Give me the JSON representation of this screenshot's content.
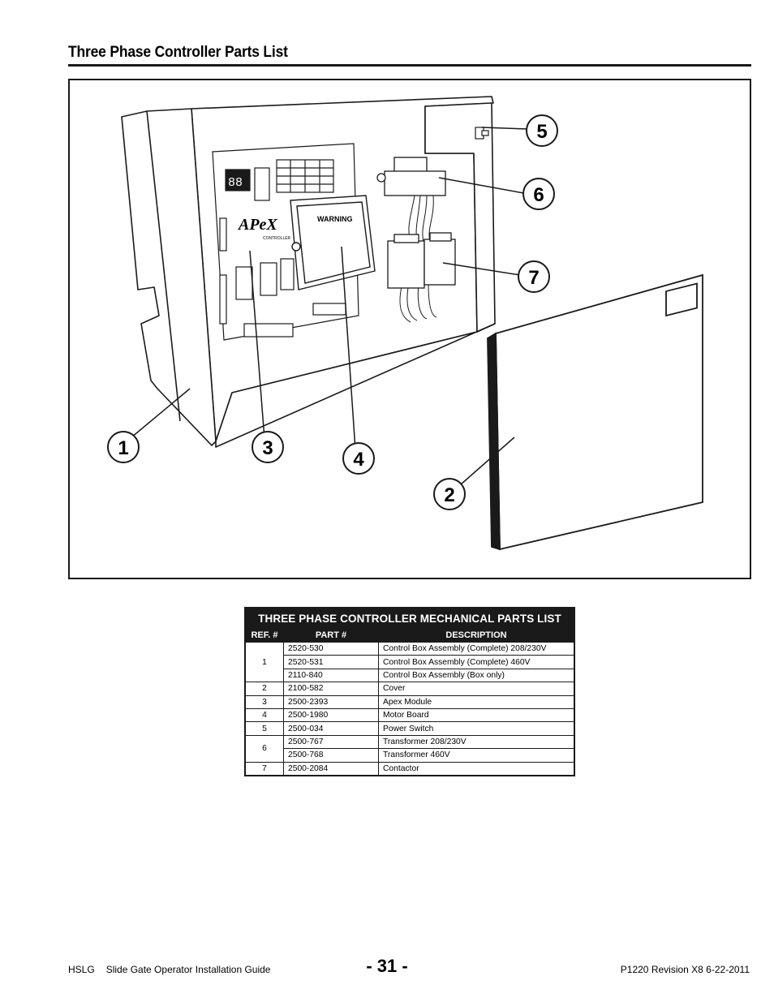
{
  "page": {
    "title": "Three Phase Controller Parts List",
    "page_number": "- 31 -",
    "footer_left_code": "HSLG",
    "footer_left_title": "Slide Gate Operator Installation Guide",
    "footer_right": "P1220 Revision X8 6-22-2011"
  },
  "figure": {
    "callouts": [
      "1",
      "2",
      "3",
      "4",
      "5",
      "6",
      "7"
    ],
    "warning_label": "WARNING",
    "brand_logo": "APeX",
    "brand_sub": "CONTROLLER",
    "display_digits": "88"
  },
  "parts_table": {
    "caption": "THREE PHASE CONTROLLER MECHANICAL PARTS LIST",
    "headers": [
      "REF. #",
      "PART #",
      "DESCRIPTION"
    ],
    "rows": [
      {
        "ref": "1",
        "part": "2520-530",
        "description": "Control Box Assembly (Complete) 208/230V"
      },
      {
        "ref": "",
        "part": "2520-531",
        "description": "Control Box Assembly (Complete) 460V"
      },
      {
        "ref": "",
        "part": "2110-840",
        "description": "Control Box Assembly (Box only)"
      },
      {
        "ref": "2",
        "part": "2100-582",
        "description": "Cover"
      },
      {
        "ref": "3",
        "part": "2500-2393",
        "description": "Apex Module"
      },
      {
        "ref": "4",
        "part": "2500-1980",
        "description": "Motor Board"
      },
      {
        "ref": "5",
        "part": "2500-034",
        "description": "Power Switch"
      },
      {
        "ref": "6",
        "part": "2500-767",
        "description": "Transformer 208/230V"
      },
      {
        "ref": "",
        "part": "2500-768",
        "description": "Transformer 460V"
      },
      {
        "ref": "7",
        "part": "2500-2084",
        "description": "Contactor"
      }
    ]
  }
}
